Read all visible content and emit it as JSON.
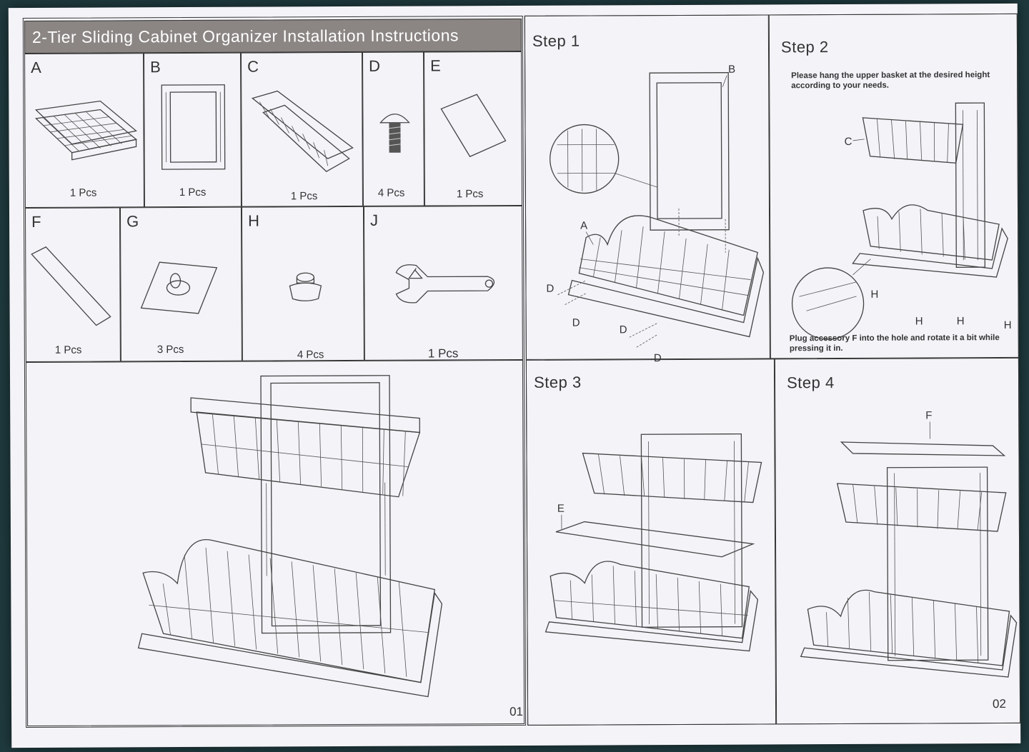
{
  "document": {
    "title": "2-Tier Sliding Cabinet Organizer Installation Instructions",
    "page_left": "01",
    "page_right": "02"
  },
  "parts": [
    {
      "letter": "A",
      "qty": "1 Pcs",
      "icon": "lower-basket-icon"
    },
    {
      "letter": "B",
      "qty": "1 Pcs",
      "icon": "frame-icon"
    },
    {
      "letter": "C",
      "qty": "1 Pcs",
      "icon": "upper-basket-icon"
    },
    {
      "letter": "D",
      "qty": "4 Pcs",
      "icon": "screw-icon"
    },
    {
      "letter": "E",
      "qty": "1 Pcs",
      "icon": "panel-icon"
    },
    {
      "letter": "F",
      "qty": "1 Pcs",
      "icon": "strip-icon"
    },
    {
      "letter": "G",
      "qty": "3 Pcs",
      "icon": "adhesive-hook-icon"
    },
    {
      "letter": "H",
      "qty": "4 Pcs",
      "icon": "foot-cap-icon"
    },
    {
      "letter": "J",
      "qty": "1 Pcs",
      "icon": "wrench-icon"
    }
  ],
  "steps": {
    "step1": {
      "title": "Step 1",
      "labels": {
        "a": "A",
        "b": "B",
        "d": "D"
      }
    },
    "step2": {
      "title": "Step 2",
      "note_top": "Please hang the upper basket at the desired height according to your needs.",
      "note_bottom": "Plug accessory F into the hole and rotate it a bit while pressing it in.",
      "labels": {
        "c": "C",
        "h": "H"
      }
    },
    "step3": {
      "title": "Step 3",
      "labels": {
        "e": "E"
      }
    },
    "step4": {
      "title": "Step 4",
      "labels": {
        "f": "F"
      }
    }
  },
  "colors": {
    "title_bar": "#8b8684",
    "paper": "#f4f3f8",
    "background": "#1f3a3e",
    "ink": "#333333"
  }
}
